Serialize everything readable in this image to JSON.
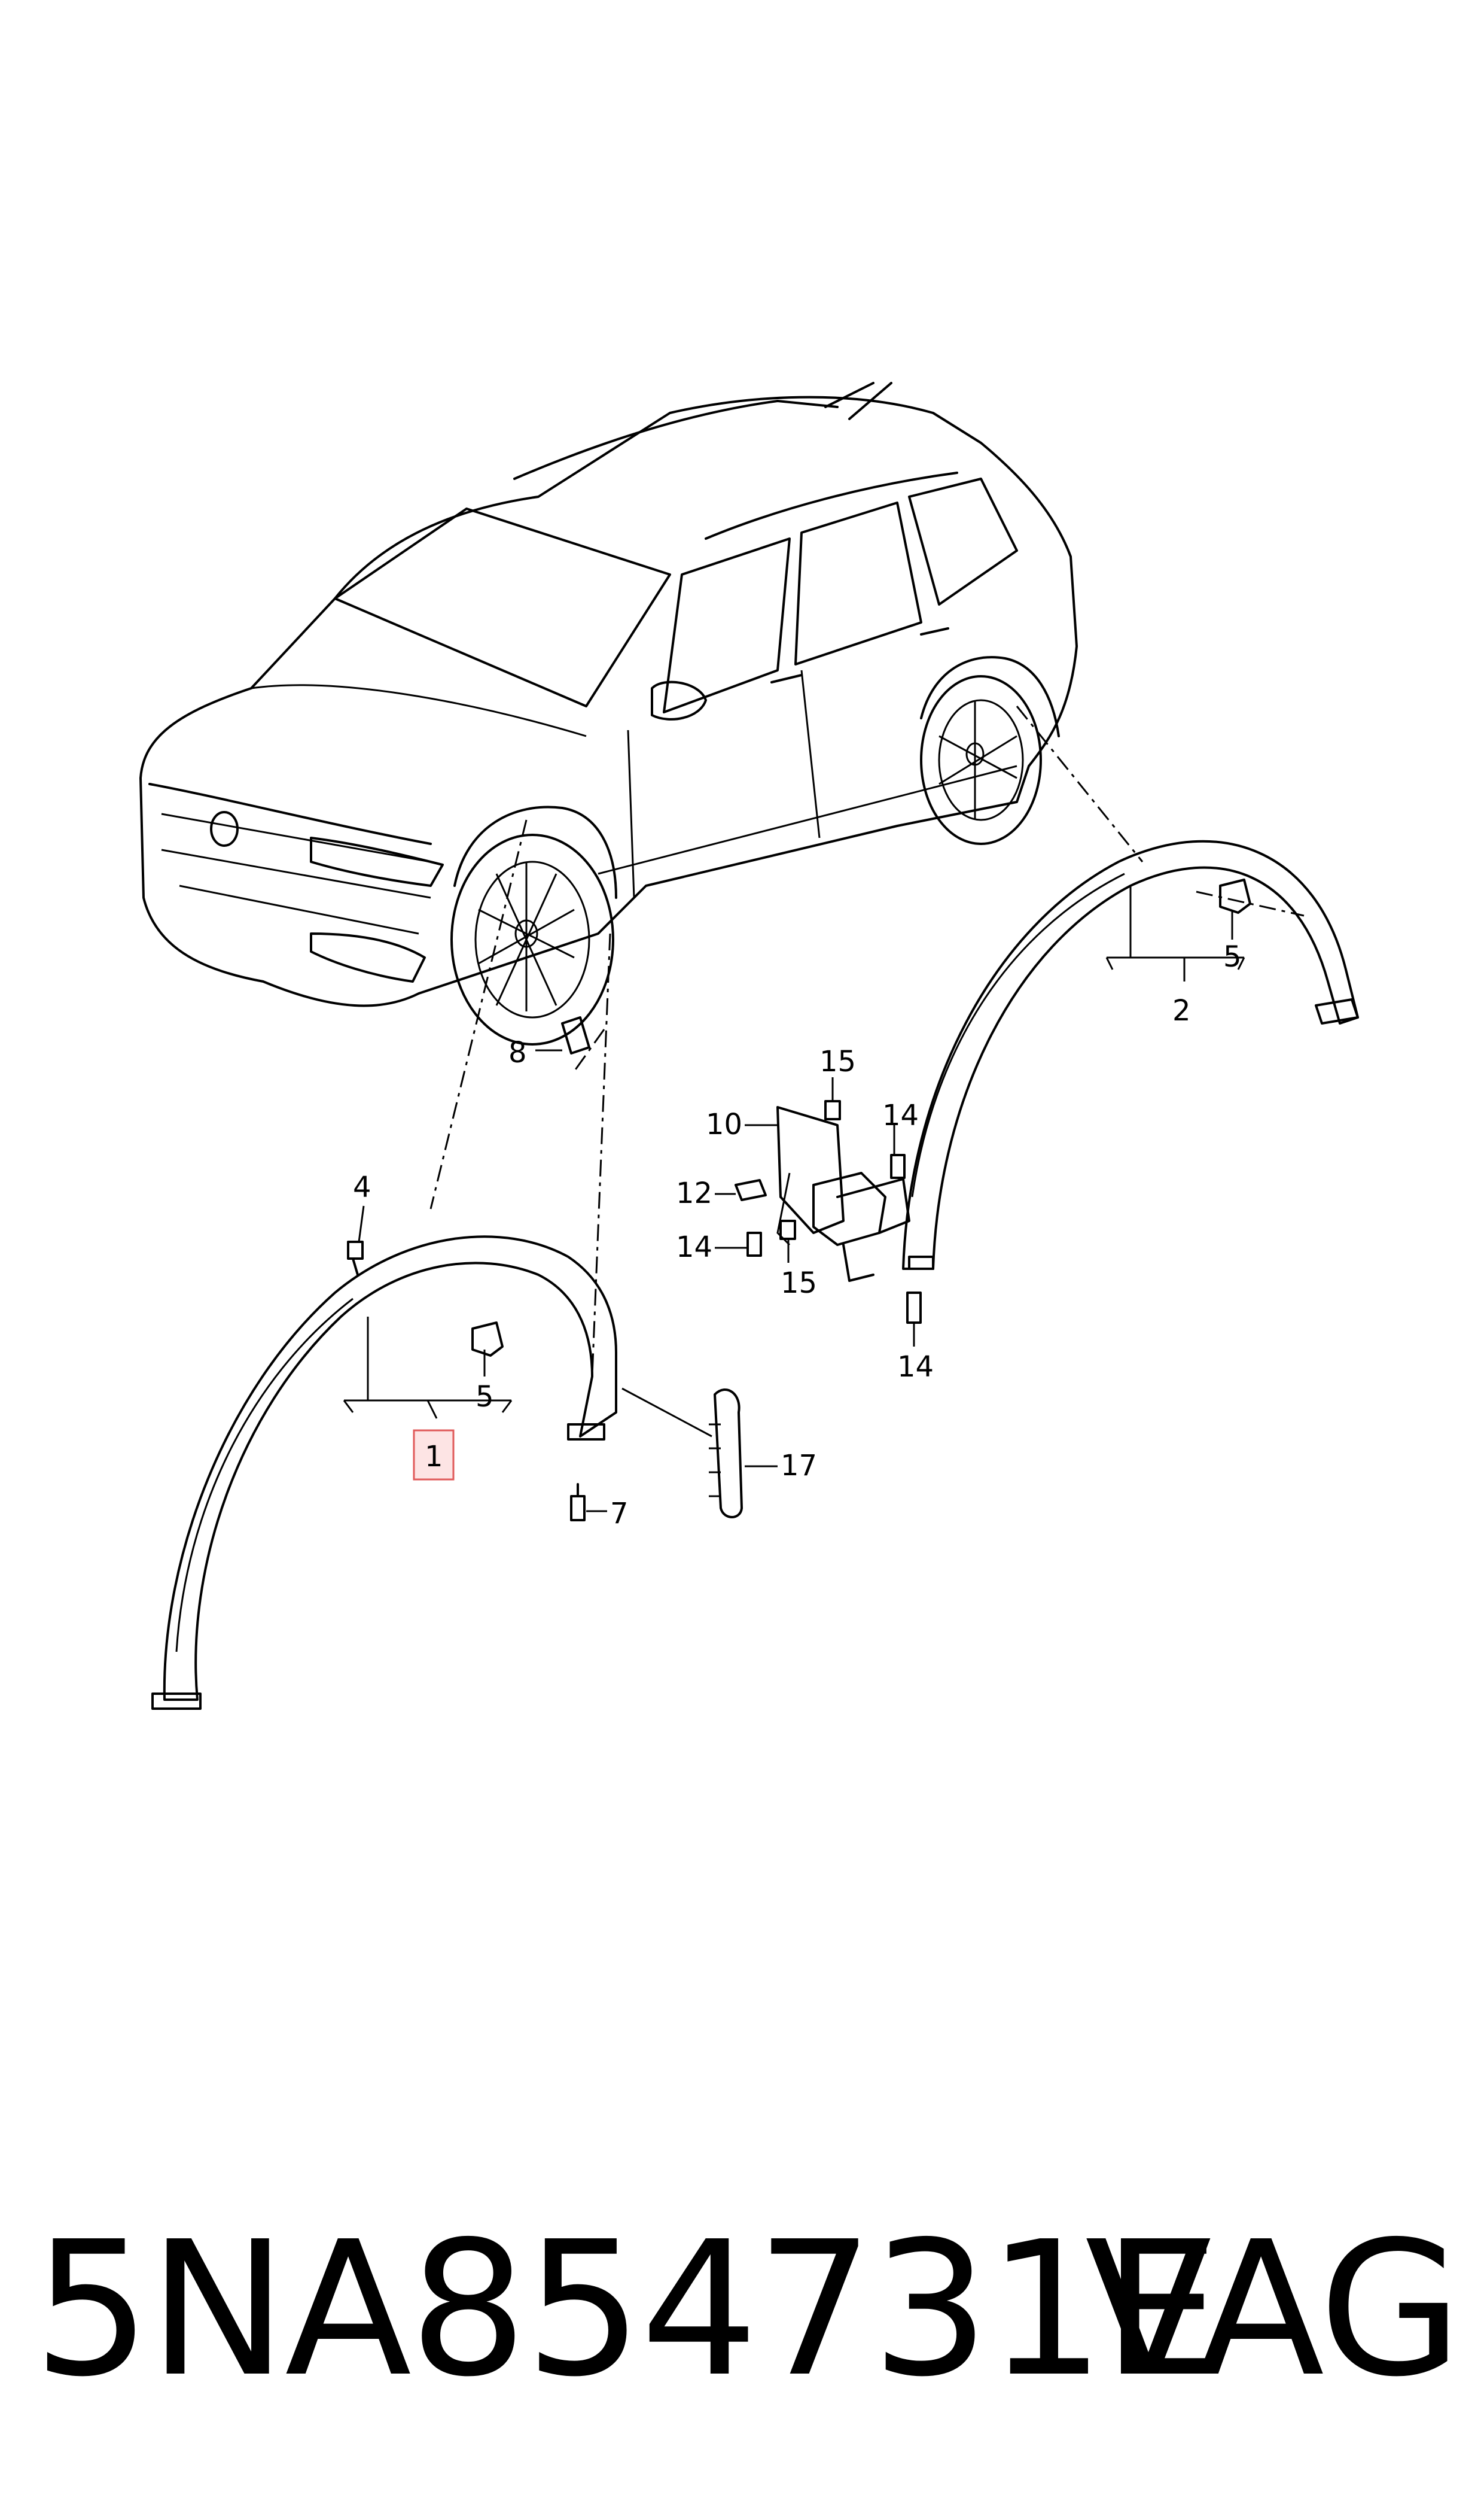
{
  "callouts": {
    "c1": "1",
    "c2": "2",
    "c4": "4",
    "c5a": "5",
    "c5b": "5",
    "c7": "7",
    "c8": "8",
    "c10": "10",
    "c12": "12",
    "c14a": "14",
    "c14b": "14",
    "c14c": "14",
    "c15a": "15",
    "c15b": "15",
    "c17": "17"
  },
  "highlighted_callout": "1",
  "footer": {
    "part_number": "5NA854731E",
    "brand": "VAG"
  }
}
